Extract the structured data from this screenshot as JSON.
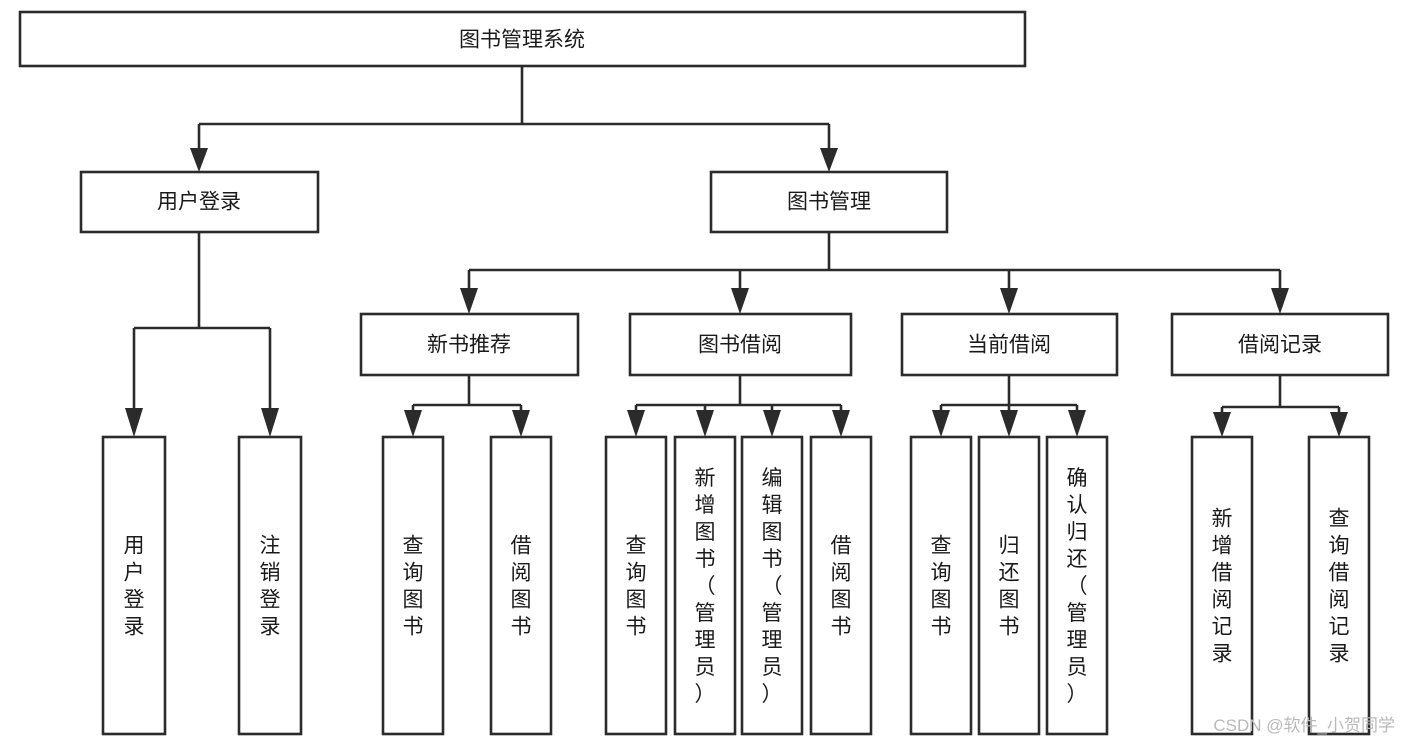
{
  "diagram": {
    "type": "tree-hierarchy",
    "title": "图书管理系统",
    "orientation": "top-down",
    "colors": {
      "stroke": "#2b2b2b",
      "fill": "#ffffff",
      "text": "#1a1a1a",
      "watermark": "#b9b9b9",
      "background": "#ffffff"
    },
    "root": {
      "label": "图书管理系统"
    },
    "level2": [
      {
        "id": "user-login",
        "label": "用户登录"
      },
      {
        "id": "book-manage",
        "label": "图书管理"
      }
    ],
    "level3": [
      {
        "id": "new-book-recommend",
        "label": "新书推荐",
        "parent": "book-manage"
      },
      {
        "id": "book-borrow",
        "label": "图书借阅",
        "parent": "book-manage"
      },
      {
        "id": "current-borrow",
        "label": "当前借阅",
        "parent": "book-manage"
      },
      {
        "id": "borrow-record",
        "label": "借阅记录",
        "parent": "book-manage"
      }
    ],
    "leaves": {
      "user-login": [
        {
          "id": "leaf-user-login",
          "label": "用户登录"
        },
        {
          "id": "leaf-logout",
          "label": "注销登录"
        }
      ],
      "new-book-recommend": [
        {
          "id": "leaf-query-book-1",
          "label": "查询图书"
        },
        {
          "id": "leaf-borrow-book-1",
          "label": "借阅图书"
        }
      ],
      "book-borrow": [
        {
          "id": "leaf-query-book-2",
          "label": "查询图书"
        },
        {
          "id": "leaf-add-book",
          "label": "新增图书（管理员）"
        },
        {
          "id": "leaf-edit-book",
          "label": "编辑图书（管理员）"
        },
        {
          "id": "leaf-borrow-book-2",
          "label": "借阅图书"
        }
      ],
      "current-borrow": [
        {
          "id": "leaf-query-book-3",
          "label": "查询图书"
        },
        {
          "id": "leaf-return-book",
          "label": "归还图书"
        },
        {
          "id": "leaf-confirm-return",
          "label": "确认归还（管理员）"
        }
      ],
      "borrow-record": [
        {
          "id": "leaf-add-record",
          "label": "新增借阅记录"
        },
        {
          "id": "leaf-query-record",
          "label": "查询借阅记录"
        }
      ]
    }
  },
  "watermark": {
    "label": "CSDN @软件_小贺同学"
  }
}
